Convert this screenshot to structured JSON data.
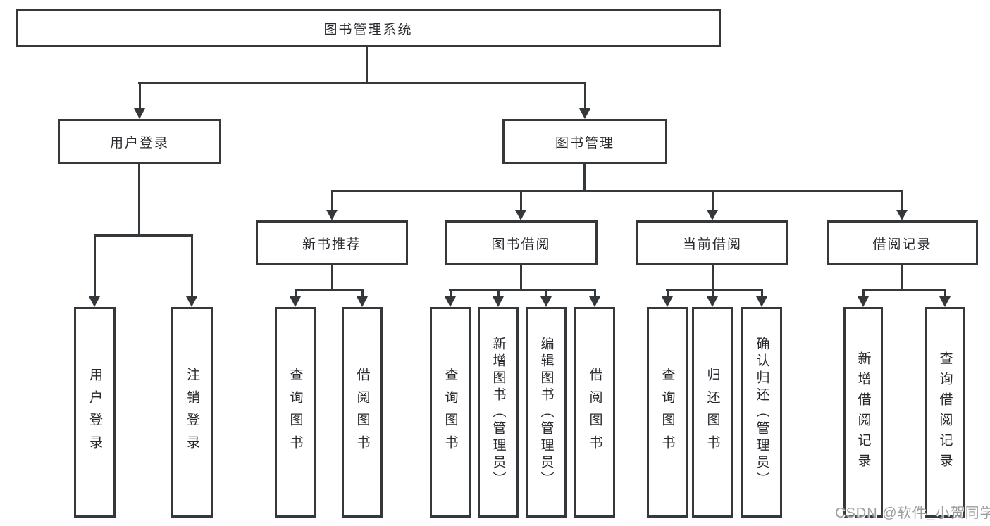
{
  "diagram": {
    "root": "图书管理系统",
    "branches": [
      {
        "label": "用户登录",
        "children": [
          "用户登录",
          "注销登录"
        ]
      },
      {
        "label": "图书管理",
        "groups": [
          {
            "label": "新书推荐",
            "children": [
              "查询图书",
              "借阅图书"
            ]
          },
          {
            "label": "图书借阅",
            "children": [
              "查询图书",
              "新增图书（管理员）",
              "编辑图书（管理员）",
              "借阅图书"
            ]
          },
          {
            "label": "当前借阅",
            "children": [
              "查询图书",
              "归还图书",
              "确认归还（管理员）"
            ]
          },
          {
            "label": "借阅记录",
            "children": [
              "新增借阅记录",
              "查询借阅记录"
            ]
          }
        ]
      }
    ]
  },
  "watermark": "CSDN @软件_小贺同学",
  "colors": {
    "line": "#35383b",
    "text": "#26292e",
    "watermark": "#9e9e9e"
  }
}
